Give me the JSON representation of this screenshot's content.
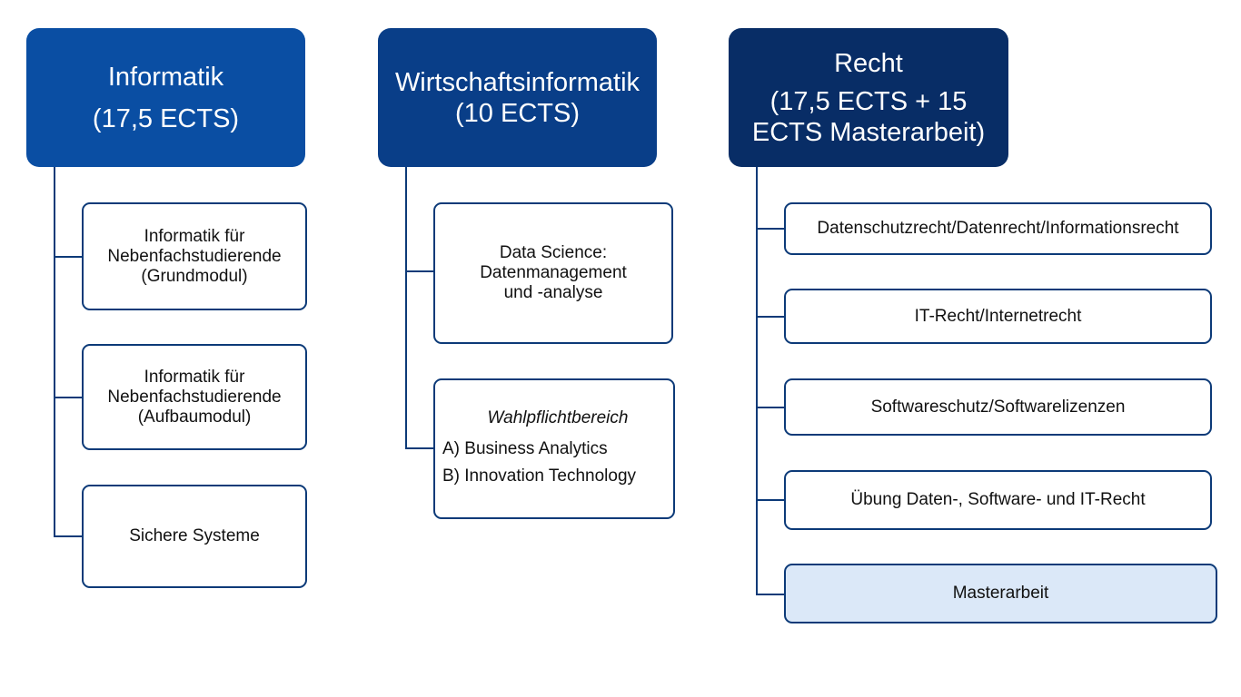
{
  "columns": [
    {
      "title": "Informatik",
      "subtitle": "(17,5 ECTS)",
      "modules": [
        {
          "lines": [
            "Informatik für",
            "Nebenfachstudierende",
            "(Grundmodul)"
          ]
        },
        {
          "lines": [
            "Informatik für",
            "Nebenfachstudierende",
            "(Aufbaumodul)"
          ]
        },
        {
          "lines": [
            "Sichere Systeme"
          ]
        }
      ]
    },
    {
      "title": "Wirtschaftsinformatik",
      "subtitle": "(10 ECTS)",
      "modules": [
        {
          "lines": [
            "Data Science:",
            "Datenmanagement",
            "und -analyse"
          ]
        },
        {
          "heading": "Wahlpflichtbereich",
          "options": [
            "A) Business Analytics",
            "B) Innovation Technology"
          ]
        }
      ]
    },
    {
      "title": "Recht",
      "subtitle_lines": [
        "(17,5 ECTS + 15",
        "ECTS Masterarbeit)"
      ],
      "modules": [
        {
          "lines": [
            "Datenschutzrecht/Datenrecht/Informationsrecht"
          ]
        },
        {
          "lines": [
            "IT-Recht/Internetrecht"
          ]
        },
        {
          "lines": [
            "Softwareschutz/Softwarelizenzen"
          ]
        },
        {
          "lines": [
            "Übung Daten-, Software- und IT-Recht"
          ]
        },
        {
          "lines": [
            "Masterarbeit"
          ]
        }
      ]
    }
  ],
  "colors": {
    "header_informatik": "#0a4ea3",
    "header_wirtschaftsinformatik": "#093e88",
    "header_recht": "#082d66",
    "border": "#0c3a78",
    "highlight_fill": "#dbe8f8"
  }
}
